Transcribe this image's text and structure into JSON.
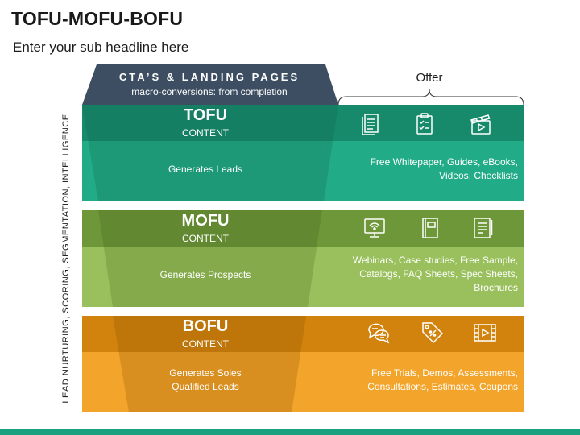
{
  "header": {
    "title": "TOFU-MOFU-BOFU",
    "subtitle": "Enter your sub headline here"
  },
  "side_label": "LEAD NURTURING, SCORING, SEGMENTATION, INTELLIGENCE",
  "cta": {
    "title": "CTA’S & LANDING PAGES",
    "subtitle": "macro-conversions: from completion"
  },
  "offer_label": "Offer",
  "colors": {
    "tofu_dark": "#178a6c",
    "tofu_light": "#22ab87",
    "mofu_dark": "#6e973a",
    "mofu_light": "#99c05c",
    "bofu_dark": "#d1830d",
    "bofu_light": "#f3a42a",
    "cta_dark": "#3d4e62",
    "footer": "#1aa180"
  },
  "stages": {
    "tofu": {
      "name": "TOFU",
      "sub": "CONTENT",
      "generates": "Generates Leads",
      "offer_lines": [
        "Free Whitepaper, Guides, eBooks,",
        "Videos, Checklists"
      ],
      "icons": [
        "document-icon",
        "checklist-icon",
        "video-clapper-icon"
      ]
    },
    "mofu": {
      "name": "MOFU",
      "sub": "CONTENT",
      "generates": "Generates Prospects",
      "offer_lines": [
        "Webinars, Case studies, Free Sample,",
        "Catalogs, FAQ Sheets, Spec Sheets,",
        "Brochures"
      ],
      "icons": [
        "monitor-webinar-icon",
        "book-icon",
        "notebook-icon"
      ]
    },
    "bofu": {
      "name": "BOFU",
      "sub": "CONTENT",
      "generates_lines": [
        "Generates Soles",
        "Qualified Leads"
      ],
      "offer_lines": [
        "Free Trials, Demos, Assessments,",
        "Consultations, Estimates, Coupons"
      ],
      "icons": [
        "chat-bubbles-icon",
        "coupon-tag-icon",
        "video-film-icon"
      ]
    }
  }
}
